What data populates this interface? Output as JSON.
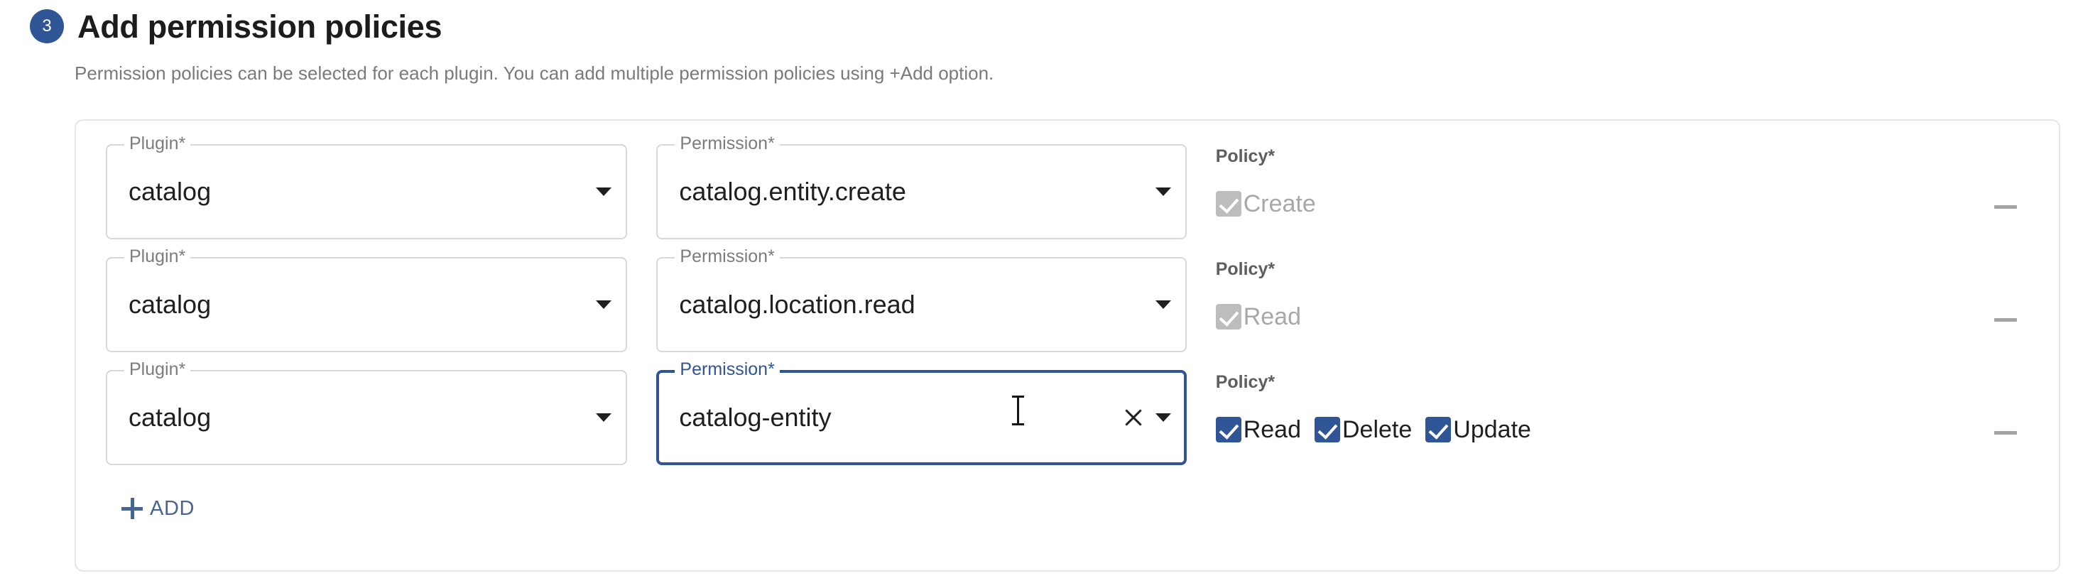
{
  "header": {
    "step_number": "3",
    "title": "Add permission policies",
    "description": "Permission policies can be selected for each plugin. You can add multiple permission policies using +Add option."
  },
  "labels": {
    "plugin": "Plugin*",
    "permission": "Permission*",
    "policy": "Policy*"
  },
  "icons": {
    "dropdown": "chevron-down-icon",
    "clear": "clear-icon",
    "remove": "minus-icon",
    "add": "plus-icon"
  },
  "colors": {
    "accent": "#2f5596",
    "badge": "#2f5596",
    "disabled_checkbox": "#bdbdbd",
    "field_border": "#d8d8d8",
    "focus_border": "#2f5596",
    "link": "#4a6491",
    "panel_border": "#e6e6e6"
  },
  "rows": [
    {
      "plugin": "catalog",
      "permission": "catalog.entity.create",
      "focused": false,
      "clearable": false,
      "policies": [
        {
          "label": "Create",
          "checked": true,
          "disabled": true
        }
      ]
    },
    {
      "plugin": "catalog",
      "permission": "catalog.location.read",
      "focused": false,
      "clearable": false,
      "policies": [
        {
          "label": "Read",
          "checked": true,
          "disabled": true
        }
      ]
    },
    {
      "plugin": "catalog",
      "permission": "catalog-entity",
      "focused": true,
      "clearable": true,
      "policies": [
        {
          "label": "Read",
          "checked": true,
          "disabled": false
        },
        {
          "label": "Delete",
          "checked": true,
          "disabled": false
        },
        {
          "label": "Update",
          "checked": true,
          "disabled": false
        }
      ]
    }
  ],
  "add_button": {
    "label": "ADD"
  }
}
